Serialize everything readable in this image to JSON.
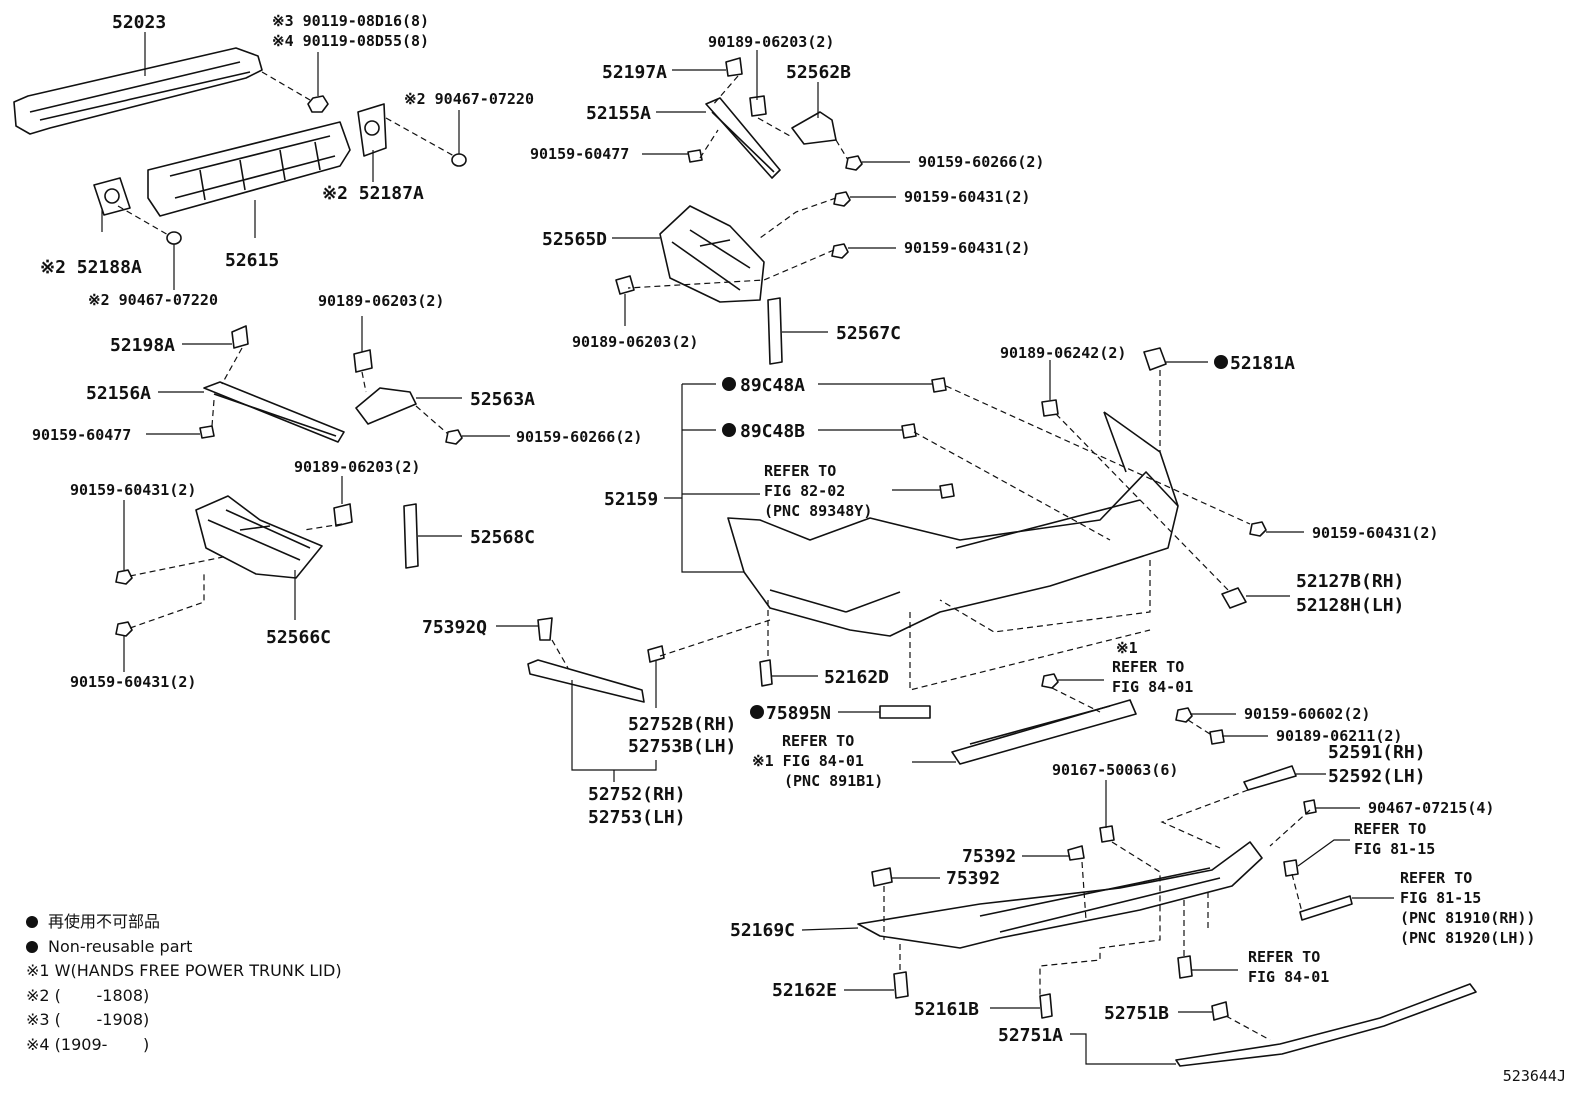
{
  "legend": {
    "non_reusable_jp": "再使用不可部品",
    "non_reusable_en": "Non-reusable part",
    "note1": "※1 W(HANDS FREE POWER TRUNK LID)",
    "note2": "※2 (       -1808)",
    "note3": "※3 (       -1908)",
    "note4": "※4 (1909-       )"
  },
  "figure_id": "523644J",
  "callouts": {
    "p52023": "52023",
    "p90119_08d16": "※3 90119-08D16(8)",
    "p90119_08d55": "※4 90119-08D55(8)",
    "p90467_07220_a": "※2 90467-07220",
    "p52187a": "※2 52187A",
    "p52188a": "※2 52188A",
    "p52615": "52615",
    "p90467_07220_b": "※2 90467-07220",
    "p90189_06203_a": "90189-06203(2)",
    "p52197a": "52197A",
    "p52562b": "52562B",
    "p52155a": "52155A",
    "p90159_60477_a": "90159-60477",
    "p90159_60266_a": "90159-60266(2)",
    "p90159_60431_a": "90159-60431(2)",
    "p52565d": "52565D",
    "p90159_60431_b": "90159-60431(2)",
    "p90189_06203_b": "90189-06203(2)",
    "p52567c": "52567C",
    "p90189_06203_c": "90189-06203(2)",
    "p52198a": "52198A",
    "p52156a": "52156A",
    "p52563a": "52563A",
    "p90159_60477_b": "90159-60477",
    "p90159_60266_b": "90159-60266(2)",
    "p90189_06203_d": "90189-06203(2)",
    "p90159_60431_c": "90159-60431(2)",
    "p52568c": "52568C",
    "p52566c": "52566C",
    "p90159_60431_d": "90159-60431(2)",
    "p90189_06242": "90189-06242(2)",
    "p52181a": "52181A",
    "p89c48a": "89C48A",
    "p89c48b": "89C48B",
    "refer_82_02_l1": "REFER TO",
    "refer_82_02_l2": "FIG 82-02",
    "refer_82_02_l3": "(PNC 89348Y)",
    "p52159": "52159",
    "p90159_60431_e": "90159-60431(2)",
    "p52127b": "52127B(RH)",
    "p52128h": "52128H(LH)",
    "p75392q": "75392Q",
    "p52162d": "52162D",
    "note1_mark": "※1",
    "refer_84_01_a_l1": "REFER TO",
    "refer_84_01_a_l2": "FIG 84-01",
    "p75895n": "75895N",
    "p52752b": "52752B(RH)",
    "p52753b": "52753B(LH)",
    "refer_891b1_l1": "REFER TO",
    "refer_891b1_l2": "※1 FIG 84-01",
    "refer_891b1_l3": "(PNC 891B1)",
    "p90159_60602": "90159-60602(2)",
    "p90189_06211": "90189-06211(2)",
    "p52591": "52591(RH)",
    "p52592": "52592(LH)",
    "p90167_50063": "90167-50063(6)",
    "p90467_07215": "90467-07215(4)",
    "p52752": "52752(RH)",
    "p52753": "52753(LH)",
    "refer_81_15_a_l1": "REFER TO",
    "refer_81_15_a_l2": "FIG 81-15",
    "p75392_a": "75392",
    "p75392_b": "75392",
    "refer_81_15_b_l1": "REFER TO",
    "refer_81_15_b_l2": "FIG 81-15",
    "refer_81_15_b_l3": "(PNC 81910(RH))",
    "refer_81_15_b_l4": "(PNC 81920(LH))",
    "p52169c": "52169C",
    "refer_84_01_b_l1": "REFER TO",
    "refer_84_01_b_l2": "FIG 84-01",
    "p52162e": "52162E",
    "p52161b": "52161B",
    "p52751b": "52751B",
    "p52751a": "52751A"
  }
}
